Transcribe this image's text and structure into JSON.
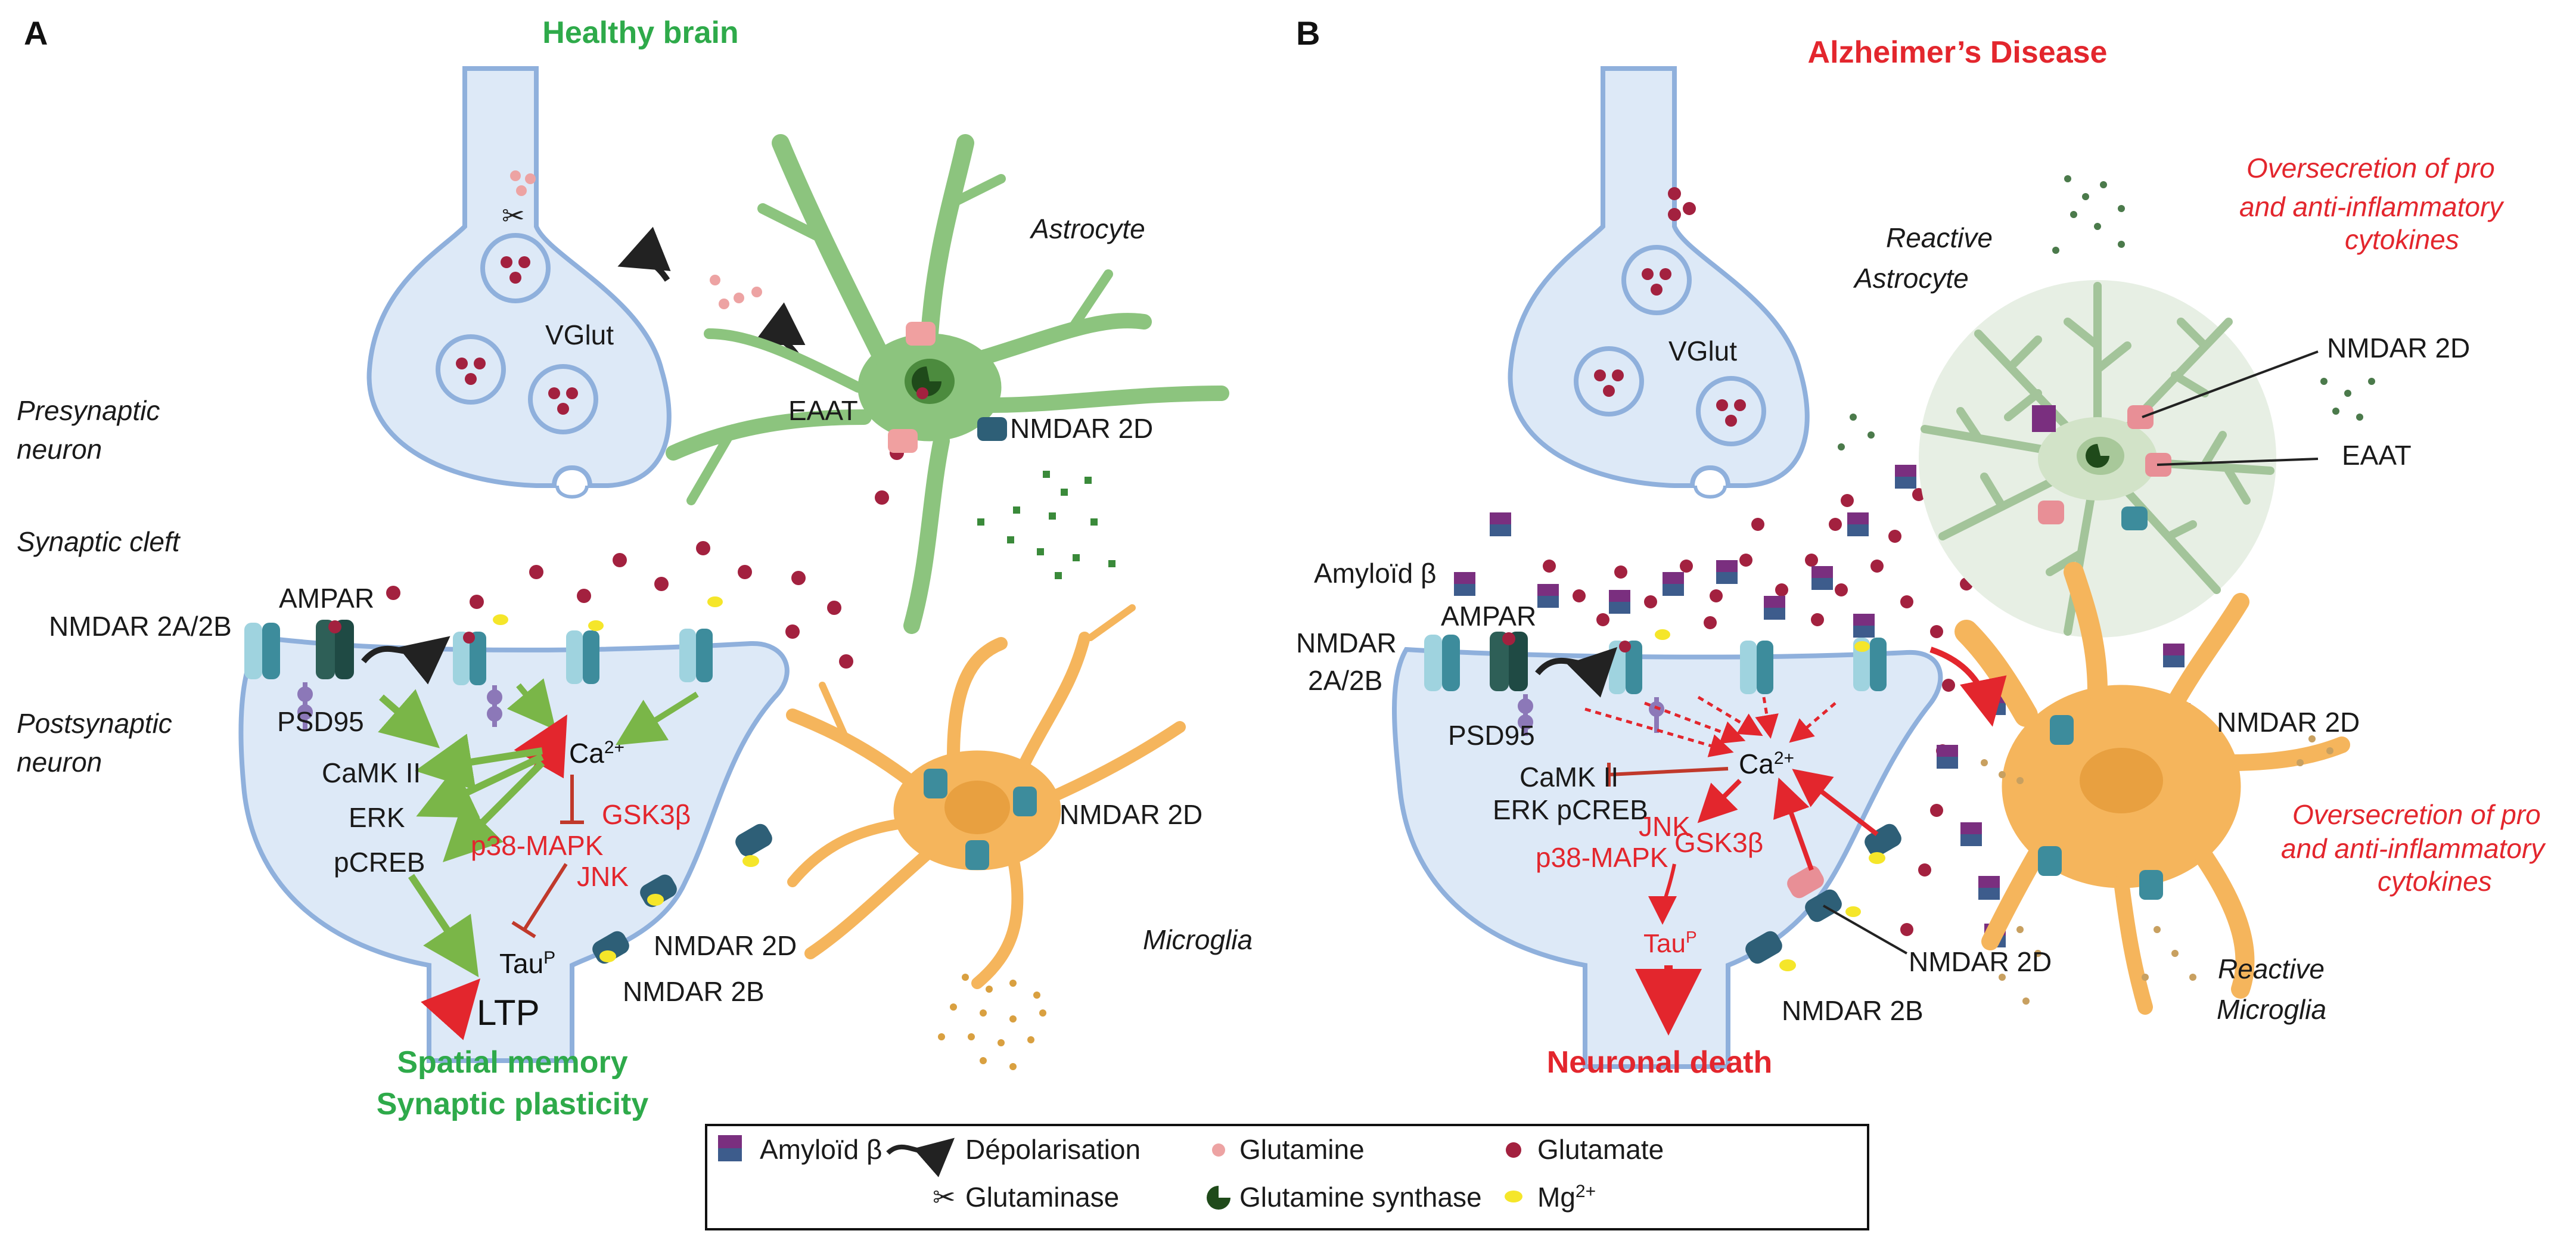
{
  "panel_a": {
    "letter": "A",
    "title": "Healthy  brain",
    "labels": {
      "presynaptic": [
        "Presynaptic",
        "neuron"
      ],
      "cleft": "Synaptic cleft",
      "postsynaptic": [
        "Postsynaptic",
        "neuron"
      ],
      "vglut": "VGlut",
      "astrocyte": "Astrocyte",
      "eaat": "EAAT",
      "nmdar2d_astro": "NMDAR 2D",
      "ampar": "AMPAR",
      "nmdar2a2b": "NMDAR 2A/2B",
      "psd95": "PSD95",
      "camk": "CaMK II",
      "erk": "ERK",
      "pcreb": "pCREB",
      "ca": "Ca",
      "ca_sup": "2+",
      "gsk": "GSK3β",
      "p38": "p38-MAPK",
      "jnk": "JNK",
      "tau": "Tau",
      "tau_sup": "P",
      "ltp": "LTP",
      "nmdar2d_post": "NMDAR 2D",
      "nmdar2b": "NMDAR 2B",
      "nmdar2d_micro": "NMDAR 2D",
      "microglia": "Microglia"
    },
    "footer": [
      "Spatial memory",
      "Synaptic plasticity"
    ]
  },
  "panel_b": {
    "letter": "B",
    "title": "Alzheimer’s Disease",
    "labels": {
      "vglut": "VGlut",
      "reactive_astrocyte": [
        "Reactive",
        "Astrocyte"
      ],
      "oversecretion": [
        "Oversecretion of pro",
        "and anti-inflammatory",
        "cytokines"
      ],
      "nmdar2d_astro": "NMDAR 2D",
      "eaat": "EAAT",
      "amyloid": "Amyloïd  β",
      "nmdar2a2b": [
        "NMDAR",
        "2A/2B"
      ],
      "ampar": "AMPAR",
      "psd95": "PSD95",
      "camk": "CaMK II",
      "erk_pcreb": "ERK  pCREB",
      "ca": "Ca",
      "ca_sup": "2+",
      "jnk": "JNK",
      "p38": "p38-MAPK",
      "gsk": "GSK3β",
      "tau": "Tau",
      "tau_sup": "P",
      "nmdar2d_micro": "NMDAR 2D",
      "nmdar2d_post": "NMDAR 2D",
      "nmdar2b": "NMDAR 2B",
      "reactive_microglia": [
        "Reactive",
        "Microglia"
      ]
    },
    "footer": "Neuronal death"
  },
  "legend": {
    "amyloid": "Amyloïd β",
    "depolarisation": "Dépolarisation",
    "glutamine": "Glutamine",
    "glutamate": "Glutamate",
    "glutaminase": "Glutaminase",
    "glutamine_synthase": "Glutamine synthase",
    "mg": "Mg",
    "mg_sup": "2+"
  },
  "colors": {
    "neuron_fill": "#dde9f7",
    "neuron_stroke": "#8fb0dc",
    "astrocyte": "#8cc47e",
    "microglia": "#f5b55c",
    "glutamate": "#a3213f",
    "glutamine": "#eda3a3",
    "mg": "#f5e62a",
    "healthy_green": "#2eaa4a",
    "disease_red": "#e3262d",
    "receptor_teal": "#3d8c9c",
    "amyloid_purple": "#8a3d8f"
  }
}
